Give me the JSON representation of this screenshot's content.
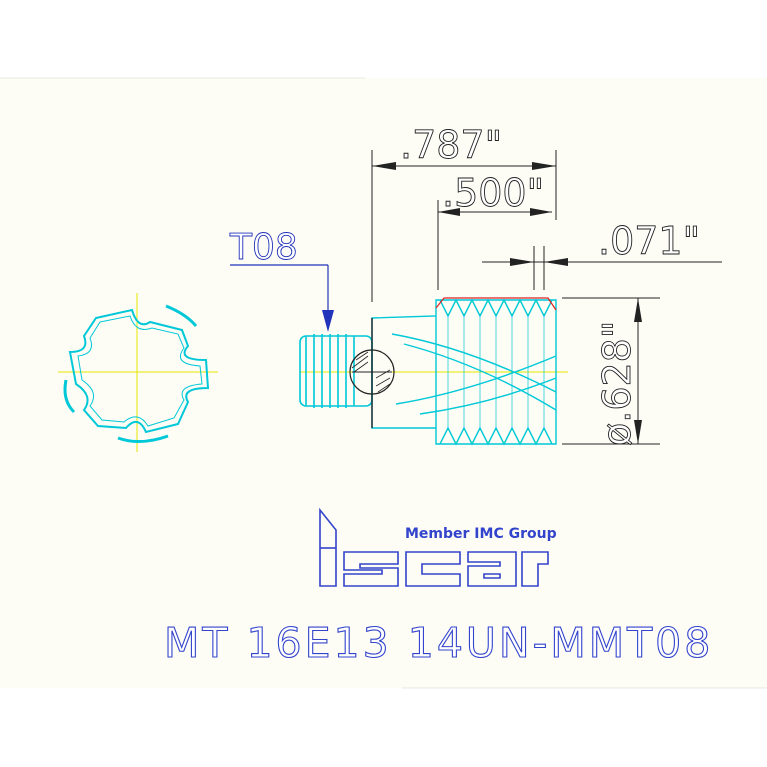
{
  "dimensions": {
    "overall_length": ".787\"",
    "thread_length": ".500\"",
    "pitch_offset": ".071\"",
    "diameter": "ø.628\""
  },
  "tool_tag": "T08",
  "brand": {
    "logo": "Iscar",
    "tagline": "Member IMC Group"
  },
  "part_number": "MT 16E13 14UN-MMT08",
  "colors": {
    "background": "#fdfdf6",
    "outline": "#00c8d8",
    "centerline": "#e6e600",
    "dimension": "#222222",
    "brand": "#3344cc",
    "accent_red": "#e02020"
  }
}
